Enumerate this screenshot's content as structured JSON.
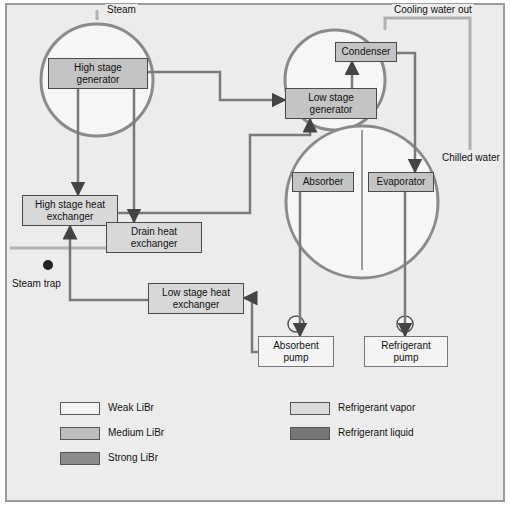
{
  "diagram": {
    "nodes": [
      {
        "text": [
          "High stage generator"
        ]
      },
      {
        "text": [
          "Low stage generator"
        ]
      },
      {
        "text": [
          "Condenser"
        ]
      },
      {
        "text": [
          "Absorber"
        ]
      },
      {
        "text": [
          "Evaporator"
        ]
      },
      {
        "text": [
          "High stage heat exchanger"
        ]
      },
      {
        "text": [
          "Drain heat exchanger"
        ]
      },
      {
        "text": [
          "Low stage heat exchanger"
        ]
      },
      {
        "text": [
          "Absorbent pump"
        ]
      },
      {
        "text": [
          "Refrigerant pump"
        ]
      }
    ],
    "edges": [
      {
        "from": 0,
        "to": 1,
        "arrow": "to"
      },
      {
        "from": 1,
        "to": 2,
        "arrow": "to"
      },
      {
        "from": 2,
        "to": 4,
        "arrow": "to"
      },
      {
        "from": 0,
        "to": 5,
        "arrow": "to"
      },
      {
        "from": 5,
        "to": 1,
        "arrow": "to"
      },
      {
        "from": 7,
        "to": 5,
        "arrow": "to"
      },
      {
        "from": 8,
        "to": 7,
        "arrow": "to"
      },
      {
        "from": 3,
        "to": 8,
        "arrow": "to"
      },
      {
        "from": 4,
        "to": 9,
        "arrow": "to"
      },
      {
        "from": 0,
        "to": 6,
        "arrow": "to"
      }
    ],
    "labels": [
      "Steam",
      "Cooling water out",
      "Chilled water",
      "Steam trap"
    ],
    "legend": [
      {
        "text": "Weak LiBr",
        "color": "#f4f4f4"
      },
      {
        "text": "Medium LiBr",
        "color": "#bdbdbd"
      },
      {
        "text": "Strong LiBr",
        "color": "#8c8c8c"
      },
      {
        "text": "Refrigerant vapor",
        "color": "#dcdcdc"
      },
      {
        "text": "Refrigerant liquid",
        "color": "#777777"
      }
    ]
  }
}
